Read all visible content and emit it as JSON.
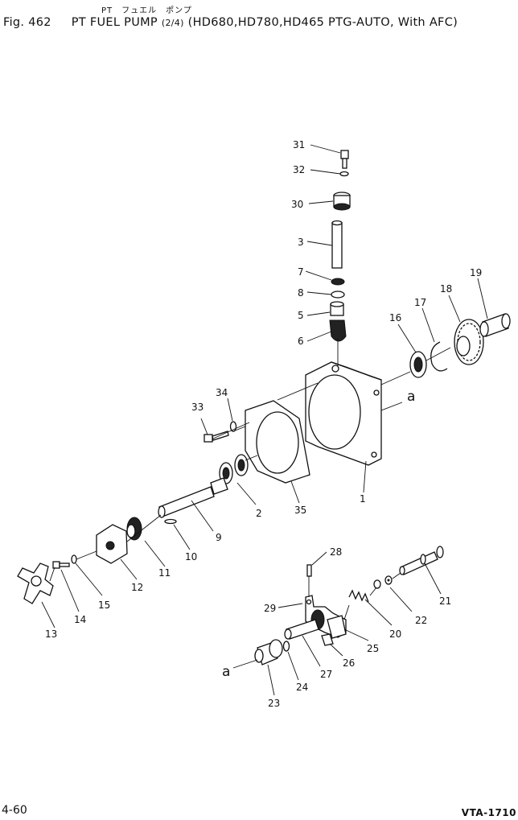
{
  "header": {
    "jp_title": "PT　フュエル　ポンプ",
    "fig_label": "Fig. 462",
    "title_main": "PT FUEL PUMP",
    "title_fraction": "(2/4)",
    "title_models": "(HD680,HD780,HD465 PTG-AUTO, With AFC)"
  },
  "footer": {
    "page_number": "4-60",
    "reference_code": "VTA-1710"
  },
  "callouts": [
    {
      "id": "31",
      "text": "31"
    },
    {
      "id": "32",
      "text": "32"
    },
    {
      "id": "30",
      "text": "30"
    },
    {
      "id": "3",
      "text": "3"
    },
    {
      "id": "7",
      "text": "7"
    },
    {
      "id": "8",
      "text": "8"
    },
    {
      "id": "5",
      "text": "5"
    },
    {
      "id": "6",
      "text": "6"
    },
    {
      "id": "16",
      "text": "16"
    },
    {
      "id": "17",
      "text": "17"
    },
    {
      "id": "18",
      "text": "18"
    },
    {
      "id": "19",
      "text": "19"
    },
    {
      "id": "33",
      "text": "33"
    },
    {
      "id": "34",
      "text": "34"
    },
    {
      "id": "2",
      "text": "2"
    },
    {
      "id": "35",
      "text": "35"
    },
    {
      "id": "1",
      "text": "1"
    },
    {
      "id": "9",
      "text": "9"
    },
    {
      "id": "10",
      "text": "10"
    },
    {
      "id": "11",
      "text": "11"
    },
    {
      "id": "12",
      "text": "12"
    },
    {
      "id": "15",
      "text": "15"
    },
    {
      "id": "14",
      "text": "14"
    },
    {
      "id": "13",
      "text": "13"
    },
    {
      "id": "28",
      "text": "28"
    },
    {
      "id": "29",
      "text": "29"
    },
    {
      "id": "21",
      "text": "21"
    },
    {
      "id": "22",
      "text": "22"
    },
    {
      "id": "20",
      "text": "20"
    },
    {
      "id": "25",
      "text": "25"
    },
    {
      "id": "26",
      "text": "26"
    },
    {
      "id": "27",
      "text": "27"
    },
    {
      "id": "24",
      "text": "24"
    },
    {
      "id": "23",
      "text": "23"
    }
  ],
  "reference_marks": [
    {
      "id": "a-upper",
      "text": "a"
    },
    {
      "id": "a-lower",
      "text": "a"
    }
  ]
}
